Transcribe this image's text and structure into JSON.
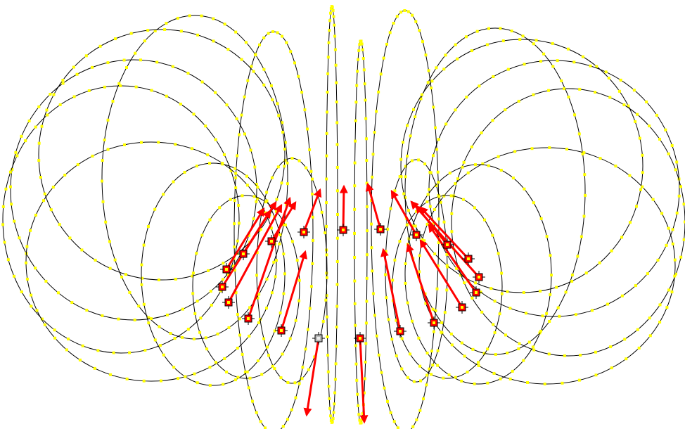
{
  "diagram": {
    "type": "magnetic-field-lines-torus",
    "background_color": "#ffffff",
    "line_color": "#000000",
    "node_color": "#ffff00",
    "arrow_color": "#ff0000",
    "selected_handle_color": "#bbbbbb",
    "field_line_count": 20,
    "source_handle_count": 20
  }
}
